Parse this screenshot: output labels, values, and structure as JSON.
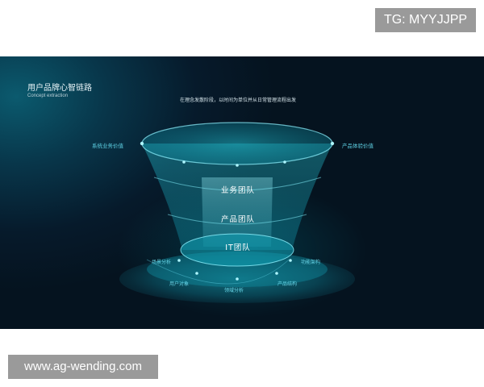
{
  "watermarks": {
    "top": "TG: MYYJJPP",
    "bottom": "www.ag-wending.com"
  },
  "header": {
    "title": "用户品牌心智链路",
    "subtitle": "Concept extraction"
  },
  "description": "在理念发散阶段，以时间为单位并从日常管理流程出发",
  "side_labels": {
    "left": "系统业务价值",
    "right": "产品体验价值"
  },
  "layers": [
    "业务团队",
    "产品团队",
    "IT团队"
  ],
  "base_labels": [
    "场景分析",
    "用户对象",
    "领域分析",
    "产品结构",
    "功能架构"
  ],
  "colors": {
    "accent": "#3fe0f0",
    "background": "#061a2b"
  }
}
